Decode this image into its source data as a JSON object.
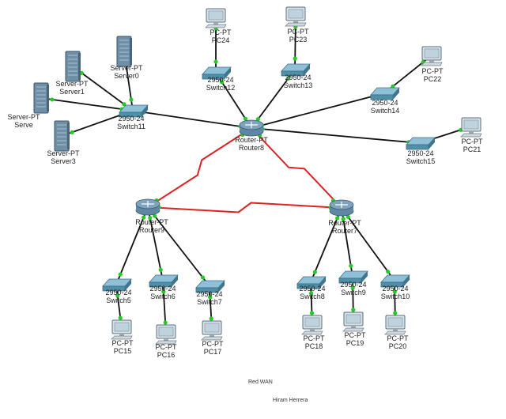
{
  "diagram": {
    "nodes": [
      {
        "id": "server0",
        "kind": "server",
        "model": "Server-PT",
        "name": "Server0"
      },
      {
        "id": "server1",
        "kind": "server",
        "model": "Server-PT",
        "name": "Server1"
      },
      {
        "id": "server2",
        "kind": "server",
        "model": "Server-PT",
        "name": "Serve"
      },
      {
        "id": "server3",
        "kind": "server",
        "model": "Server-PT",
        "name": "Server3"
      },
      {
        "id": "switch11",
        "kind": "switch",
        "model": "2950-24",
        "name": "Switch11"
      },
      {
        "id": "router8",
        "kind": "router",
        "model": "Router-PT",
        "name": "Router8"
      },
      {
        "id": "pc24",
        "kind": "pc",
        "model": "PC-PT",
        "name": "PC24"
      },
      {
        "id": "pc23",
        "kind": "pc",
        "model": "PC-PT",
        "name": "PC23"
      },
      {
        "id": "switch12",
        "kind": "switch",
        "model": "2950-24",
        "name": "Switch12"
      },
      {
        "id": "switch13",
        "kind": "switch",
        "model": "2950-24",
        "name": "Switch13"
      },
      {
        "id": "switch14",
        "kind": "switch",
        "model": "2950-24",
        "name": "Switch14"
      },
      {
        "id": "pc22",
        "kind": "pc",
        "model": "PC-PT",
        "name": "PC22"
      },
      {
        "id": "switch15",
        "kind": "switch",
        "model": "2950-24",
        "name": "Switch15"
      },
      {
        "id": "pc21",
        "kind": "pc",
        "model": "PC-PT",
        "name": "PC21"
      },
      {
        "id": "router9",
        "kind": "router",
        "model": "Router-PT",
        "name": "Router9"
      },
      {
        "id": "router7",
        "kind": "router",
        "model": "Router-PT",
        "name": "Router7"
      },
      {
        "id": "switch5",
        "kind": "switch",
        "model": "2950-24",
        "name": "Switch5"
      },
      {
        "id": "switch6",
        "kind": "switch",
        "model": "2950-24",
        "name": "Switch6"
      },
      {
        "id": "switch7",
        "kind": "switch",
        "model": "2950-24",
        "name": "Switch7"
      },
      {
        "id": "pc15",
        "kind": "pc",
        "model": "PC-PT",
        "name": "PC15"
      },
      {
        "id": "pc16",
        "kind": "pc",
        "model": "PC-PT",
        "name": "PC16"
      },
      {
        "id": "pc17",
        "kind": "pc",
        "model": "PC-PT",
        "name": "PC17"
      },
      {
        "id": "switch8",
        "kind": "switch",
        "model": "2950-24",
        "name": "Switch8"
      },
      {
        "id": "switch9",
        "kind": "switch",
        "model": "2950-24",
        "name": "Switch9"
      },
      {
        "id": "switch10",
        "kind": "switch",
        "model": "2950-24",
        "name": "Switch10"
      },
      {
        "id": "pc18",
        "kind": "pc",
        "model": "PC-PT",
        "name": "PC18"
      },
      {
        "id": "pc19",
        "kind": "pc",
        "model": "PC-PT",
        "name": "PC19"
      },
      {
        "id": "pc20",
        "kind": "pc",
        "model": "PC-PT",
        "name": "PC20"
      }
    ],
    "links": [
      {
        "from": "server0",
        "to": "switch11",
        "type": "ethernet"
      },
      {
        "from": "server1",
        "to": "switch11",
        "type": "ethernet"
      },
      {
        "from": "server2",
        "to": "switch11",
        "type": "ethernet"
      },
      {
        "from": "server3",
        "to": "switch11",
        "type": "ethernet"
      },
      {
        "from": "switch11",
        "to": "router8",
        "type": "ethernet"
      },
      {
        "from": "pc24",
        "to": "switch12",
        "type": "ethernet"
      },
      {
        "from": "pc23",
        "to": "switch13",
        "type": "ethernet"
      },
      {
        "from": "switch12",
        "to": "router8",
        "type": "ethernet"
      },
      {
        "from": "switch13",
        "to": "router8",
        "type": "ethernet"
      },
      {
        "from": "pc22",
        "to": "switch14",
        "type": "ethernet"
      },
      {
        "from": "switch14",
        "to": "router8",
        "type": "ethernet"
      },
      {
        "from": "pc21",
        "to": "switch15",
        "type": "ethernet"
      },
      {
        "from": "switch15",
        "to": "router8",
        "type": "ethernet"
      },
      {
        "from": "router8",
        "to": "router9",
        "type": "serial"
      },
      {
        "from": "router8",
        "to": "router7",
        "type": "serial"
      },
      {
        "from": "router9",
        "to": "router7",
        "type": "serial"
      },
      {
        "from": "router9",
        "to": "switch5",
        "type": "ethernet"
      },
      {
        "from": "router9",
        "to": "switch6",
        "type": "ethernet"
      },
      {
        "from": "router9",
        "to": "switch7",
        "type": "ethernet"
      },
      {
        "from": "switch5",
        "to": "pc15",
        "type": "ethernet"
      },
      {
        "from": "switch6",
        "to": "pc16",
        "type": "ethernet"
      },
      {
        "from": "switch7",
        "to": "pc17",
        "type": "ethernet"
      },
      {
        "from": "router7",
        "to": "switch8",
        "type": "ethernet"
      },
      {
        "from": "router7",
        "to": "switch9",
        "type": "ethernet"
      },
      {
        "from": "router7",
        "to": "switch10",
        "type": "ethernet"
      },
      {
        "from": "switch8",
        "to": "pc18",
        "type": "ethernet"
      },
      {
        "from": "switch9",
        "to": "pc19",
        "type": "ethernet"
      },
      {
        "from": "switch10",
        "to": "pc20",
        "type": "ethernet"
      }
    ],
    "notes": {
      "title": "Red WAN",
      "author": "Hiram Herrera"
    },
    "colors": {
      "ethernet": "#111111",
      "serial": "#e02020",
      "port": "#22cc22",
      "server_body": "#6f8fa6",
      "switch_body": "#4f8fa8",
      "router_body": "#7fa3bd",
      "pc_screen": "#bfd3df"
    }
  }
}
